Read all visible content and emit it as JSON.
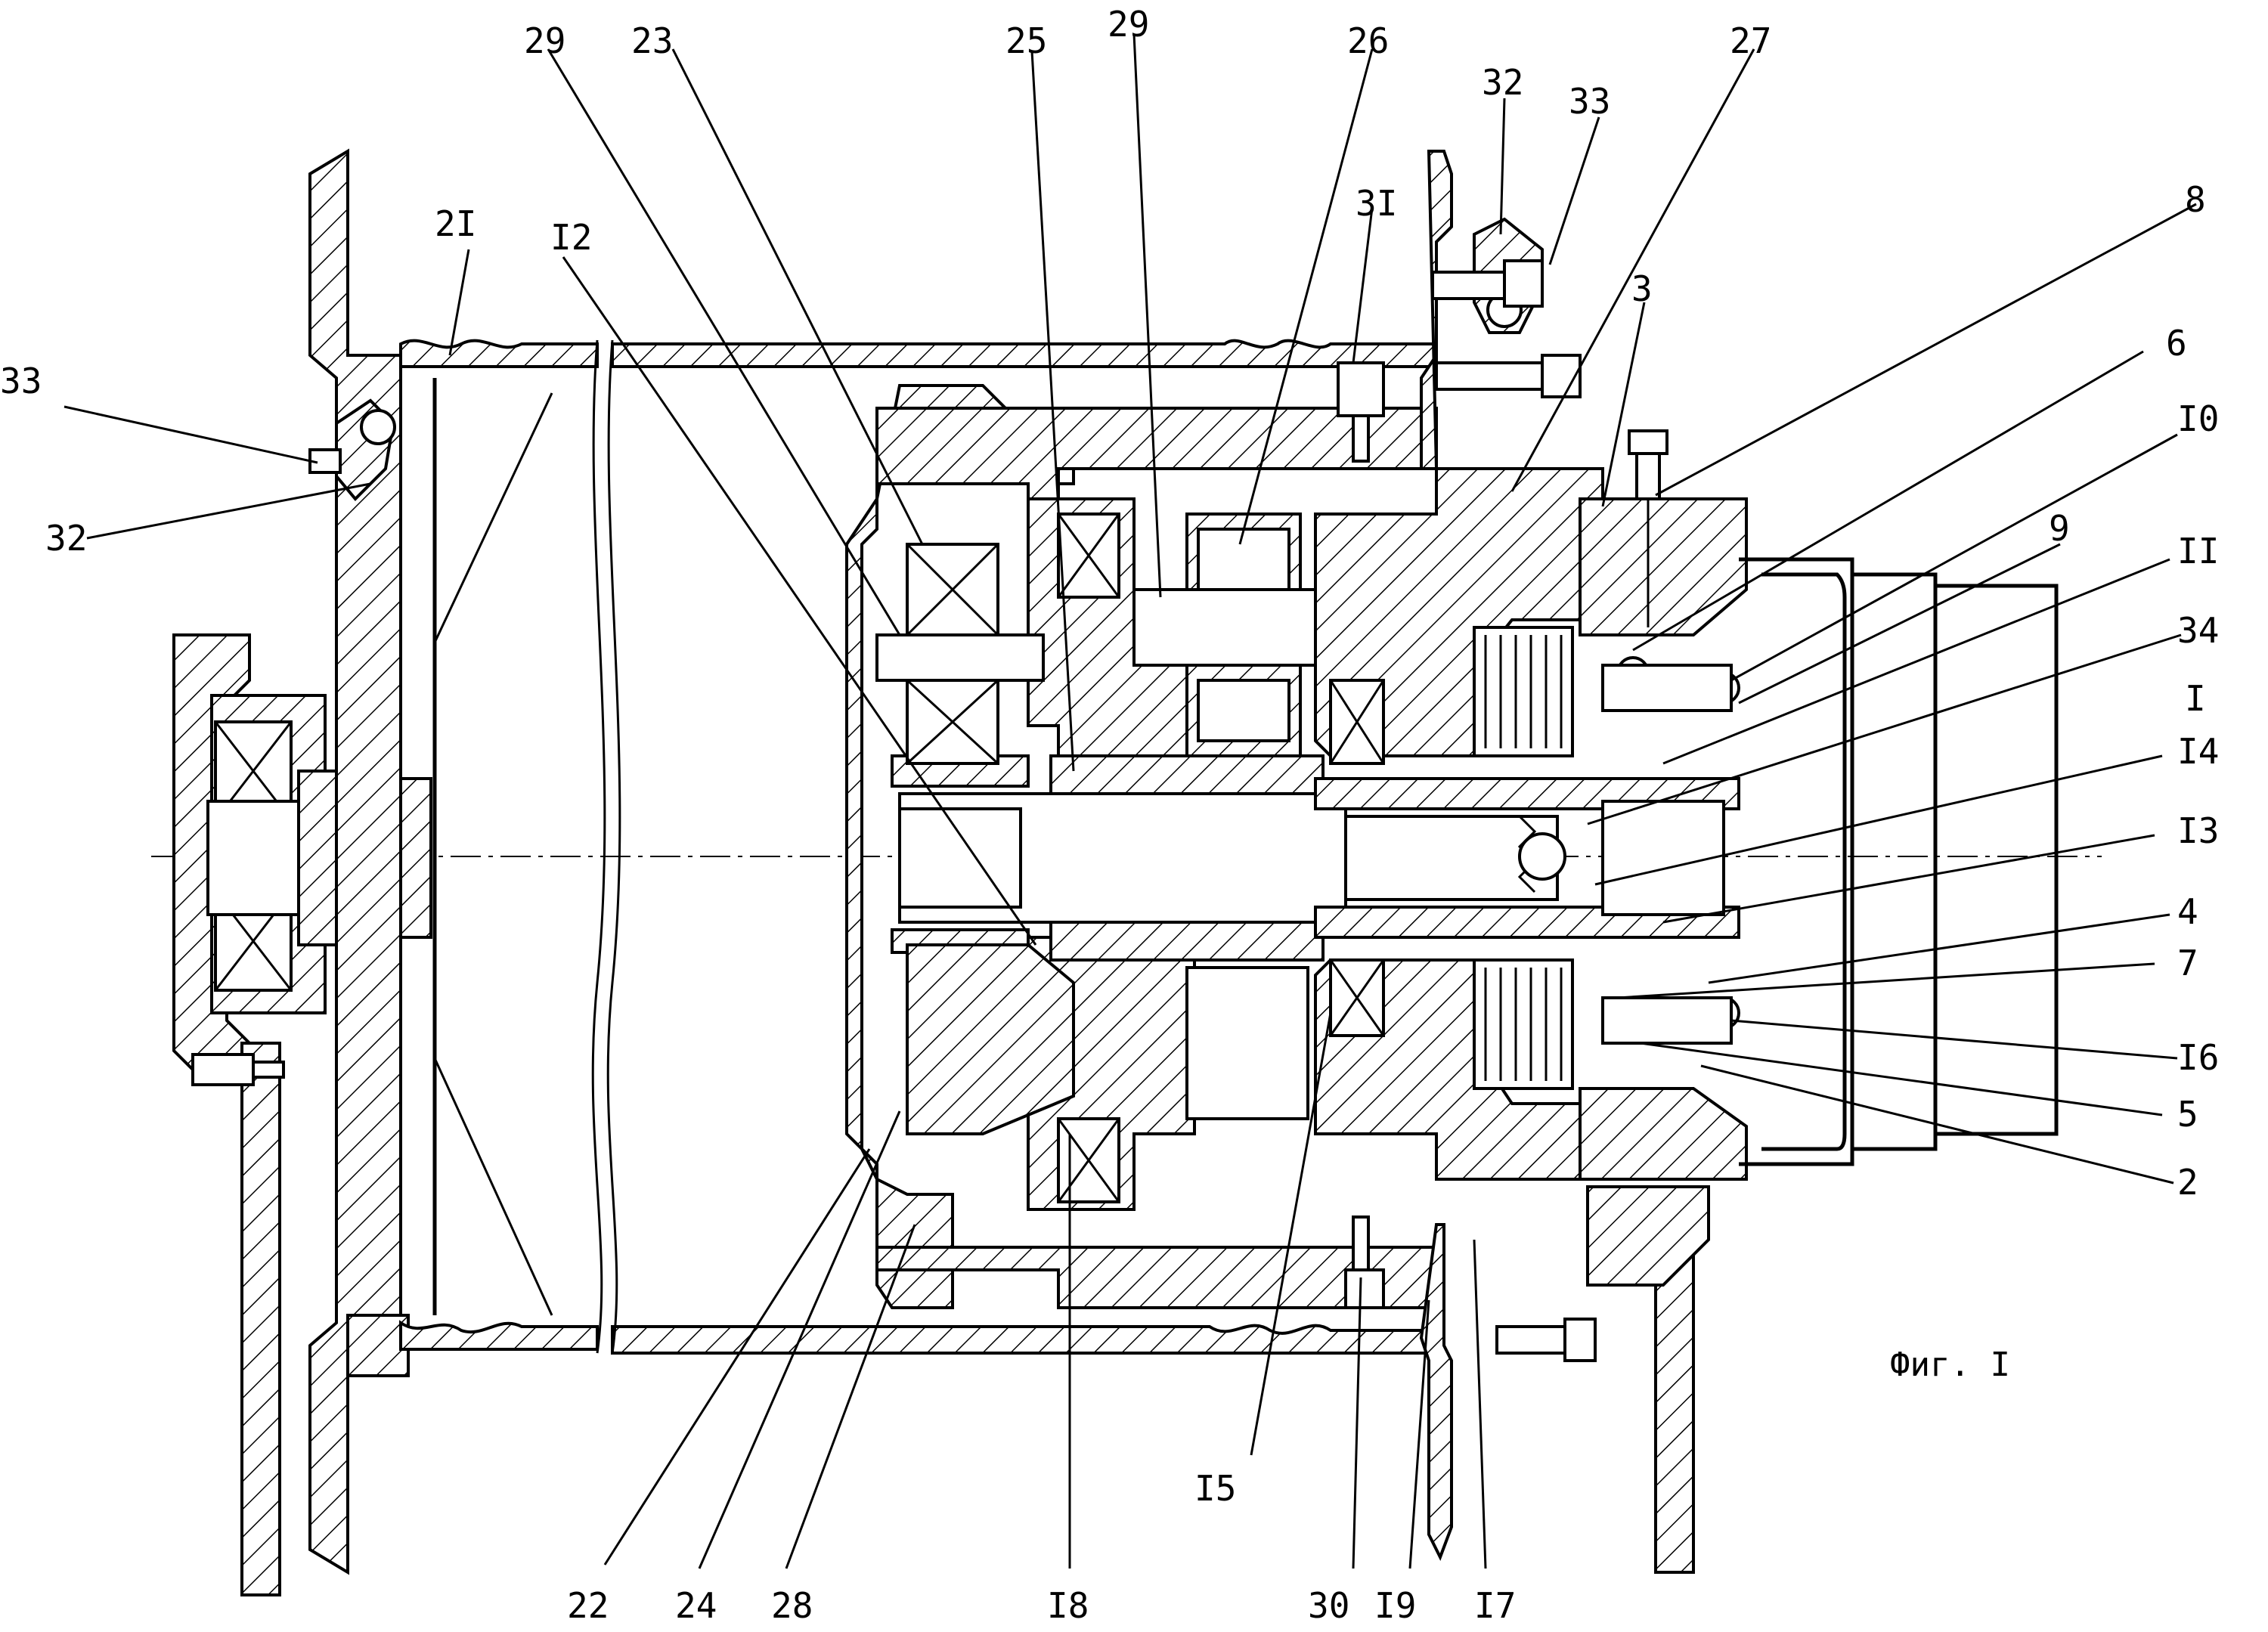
{
  "caption": "Фиг. I",
  "labels": {
    "l33a": "33",
    "l32a": "32",
    "l2I": "2I",
    "lI2": "I2",
    "l29a": "29",
    "l23": "23",
    "l25": "25",
    "l29b": "29",
    "l26": "26",
    "l3I": "3I",
    "l32b": "32",
    "l33b": "33",
    "l27": "27",
    "l8": "8",
    "l3": "3",
    "l6": "6",
    "lI0": "I0",
    "l9": "9",
    "lII": "II",
    "l34": "34",
    "lI": "I",
    "lI4": "I4",
    "lI3": "I3",
    "l4": "4",
    "l7": "7",
    "lI6": "I6",
    "l5": "5",
    "l2": "2",
    "l22": "22",
    "l24": "24",
    "l28": "28",
    "lI8": "I8",
    "lI5": "I5",
    "l30": "30",
    "lI9": "I9",
    "lI7": "I7"
  }
}
